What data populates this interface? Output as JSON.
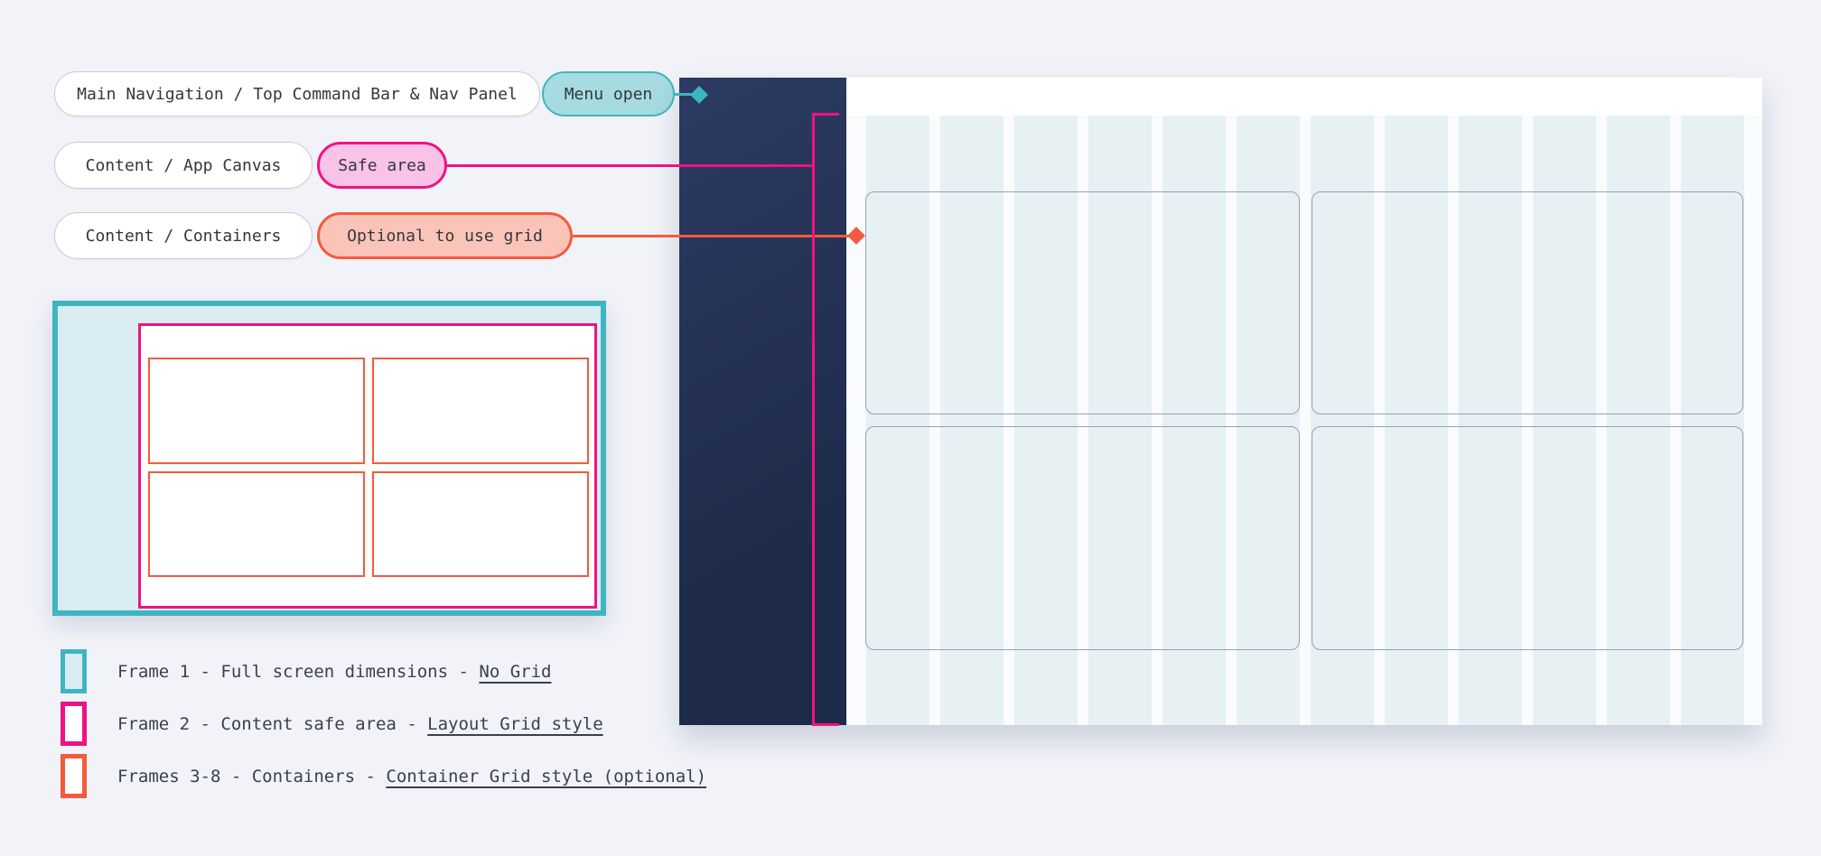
{
  "annotations": {
    "row1": {
      "label": "Main Navigation / Top Command Bar & Nav Panel",
      "badge": "Menu open"
    },
    "row2": {
      "label": "Content / App Canvas",
      "badge": "Safe area"
    },
    "row3": {
      "label": "Content / Containers",
      "badge": "Optional to use grid"
    }
  },
  "legend": {
    "items": [
      {
        "text": "Frame 1 - Full screen dimensions - ",
        "link": "No Grid"
      },
      {
        "text": "Frame 2 - Content safe area - ",
        "link": "Layout Grid style"
      },
      {
        "text": "Frames 3-8 - Containers - ",
        "link": "Container Grid style (optional)"
      }
    ]
  },
  "mockup": {
    "grid_columns": 12
  },
  "colors": {
    "pageBg": "#f1f3f8",
    "teal": "#3fb5c2",
    "tealBadgeBg": "#a6dce1",
    "tealFrameFill": "#d9edf2",
    "pink": "#ee1383",
    "pinkBadgeBg": "#f9c2e7",
    "salmon": "#f45a3e",
    "salmonBadgeBg": "#fbc4b8",
    "navyTop": "#2c3b63",
    "navyBottom": "#1e2a49",
    "contentBg": "#fafbfd",
    "columnFill": "#e7f0f3",
    "containerBorder": "#90a4b9",
    "pillBorder": "#c9cdd6",
    "textDark": "#33373f",
    "legendText": "#3c4048"
  }
}
